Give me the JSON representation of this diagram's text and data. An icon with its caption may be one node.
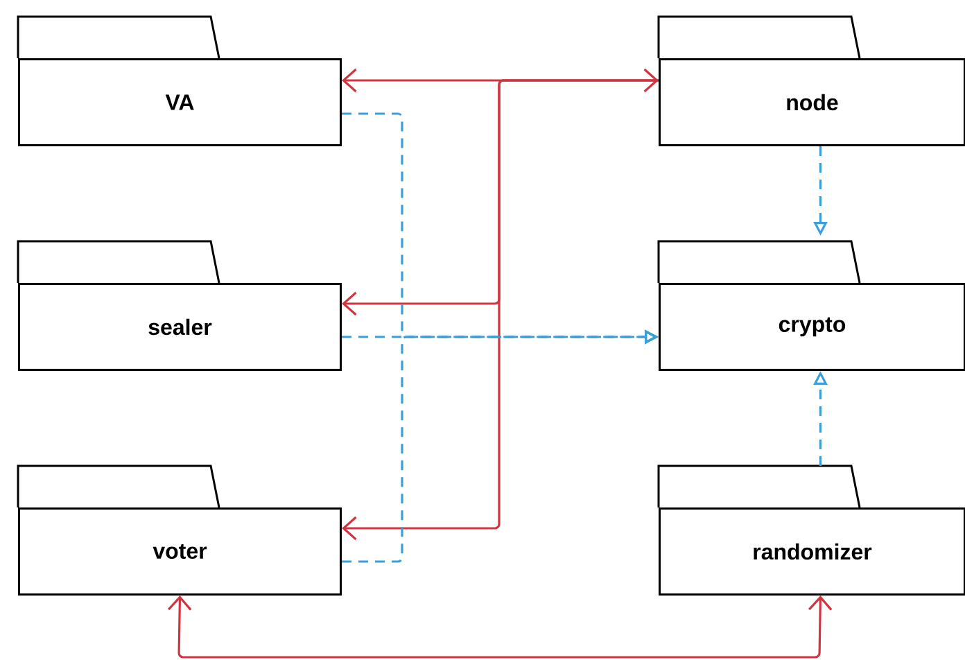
{
  "diagram": {
    "nodes": [
      {
        "text": [
          "VA"
        ]
      },
      {
        "text": [
          "node"
        ]
      },
      {
        "text": [
          "sealer"
        ]
      },
      {
        "text": [
          "crypto"
        ]
      },
      {
        "text": [
          "voter"
        ]
      },
      {
        "text": [
          "randomizer"
        ]
      }
    ],
    "edges": [
      {
        "from": 0,
        "to": 1,
        "arrow": "both",
        "color": "#d0343f"
      },
      {
        "from": 1,
        "to": 2,
        "arrow": "to",
        "color": "#d0343f"
      },
      {
        "from": 1,
        "to": 4,
        "arrow": "to",
        "color": "#d0343f"
      },
      {
        "from": 4,
        "to": 5,
        "arrow": "both",
        "color": "#d0343f"
      },
      {
        "from": 0,
        "to": 3,
        "arrow": "to",
        "style": "dashed",
        "color": "#3a9fd9"
      },
      {
        "from": 2,
        "to": 3,
        "arrow": "to",
        "style": "dashed",
        "color": "#3a9fd9"
      },
      {
        "from": 4,
        "to": 3,
        "arrow": "to",
        "style": "dashed",
        "color": "#3a9fd9"
      },
      {
        "from": 1,
        "to": 3,
        "arrow": "to",
        "style": "dashed",
        "color": "#3a9fd9"
      },
      {
        "from": 5,
        "to": 3,
        "arrow": "to",
        "style": "dashed",
        "color": "#3a9fd9"
      }
    ]
  }
}
